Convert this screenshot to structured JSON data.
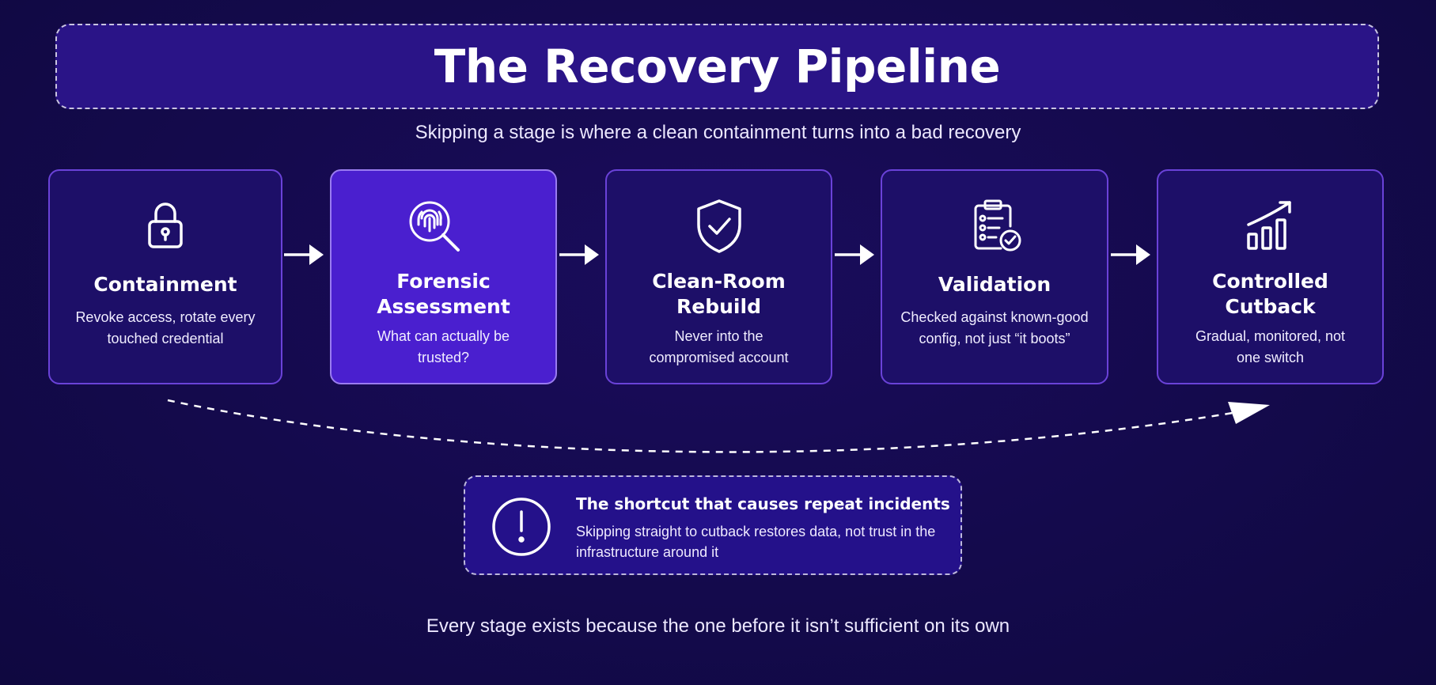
{
  "title": "The Recovery Pipeline",
  "subtitle": "Skipping a stage is where a clean containment turns into a bad recovery",
  "stages": [
    {
      "name": "Containment",
      "description": "Revoke access, rotate every touched credential",
      "icon": "lock-icon"
    },
    {
      "name": "Forensic Assessment",
      "description": "What can actually be trusted?",
      "icon": "fingerprint-magnifier-icon",
      "highlighted": true
    },
    {
      "name": "Clean-Room Rebuild",
      "description": "Never into the compromised account",
      "icon": "shield-check-icon"
    },
    {
      "name": "Validation",
      "description": "Checked against known-good config, not just “it boots”",
      "icon": "clipboard-checklist-icon"
    },
    {
      "name": "Controlled Cutback",
      "description": "Gradual, monitored, not one switch",
      "icon": "growth-chart-icon"
    }
  ],
  "warning": {
    "title": "The shortcut that causes repeat incidents",
    "text": "Skipping straight to cutback restores data, not trust in the infrastructure around it",
    "icon": "exclamation-circle-icon"
  },
  "footer": "Every stage exists because the one before it isn’t sufficient on its own",
  "colors": {
    "background": "#140a4c",
    "card": "#1d0f68",
    "card_border": "#6a42d8",
    "highlight_card": "#4a1fcf",
    "title_box": "#2a1487"
  }
}
